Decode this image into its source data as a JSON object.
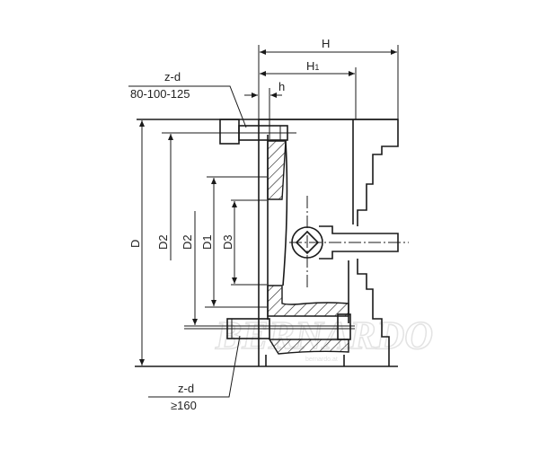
{
  "labels": {
    "H": "H",
    "H1_main": "H",
    "H1_sub": "1",
    "h": "h",
    "top_callout_title": "z-d",
    "top_callout_value": "80-100-125",
    "bottom_callout_title": "z-d",
    "bottom_callout_value": "≥160",
    "D": "D",
    "D2_outer": "D2",
    "D2_inner": "D2",
    "D1": "D1",
    "D3": "D3"
  },
  "watermark": {
    "logo": "BERNARDO",
    "url": "bernardo.at"
  },
  "colors": {
    "line": "#1a1a1a",
    "watermark": "#e3e3e3"
  }
}
